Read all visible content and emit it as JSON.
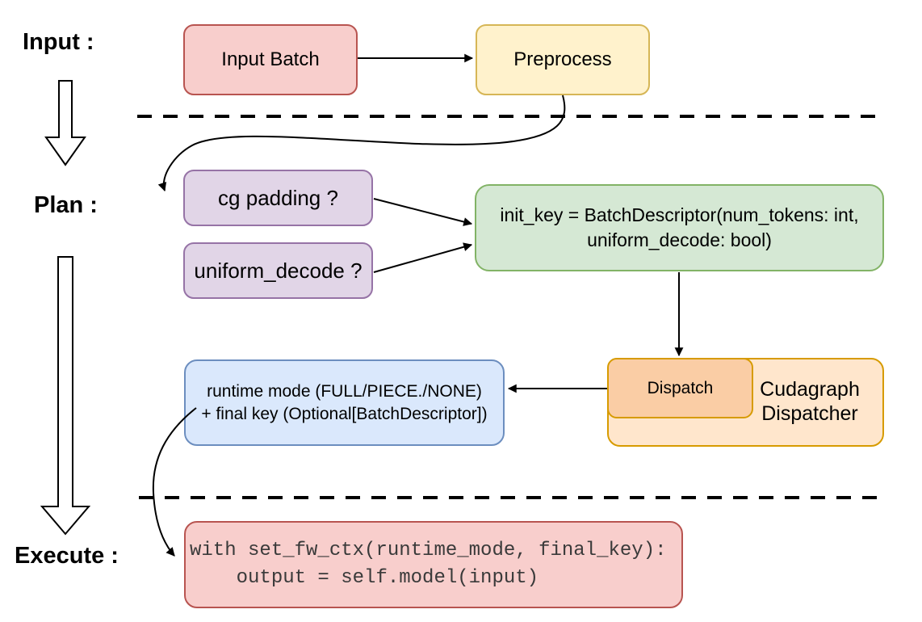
{
  "stages": {
    "input": {
      "label": "Input :"
    },
    "plan": {
      "label": "Plan :"
    },
    "execute": {
      "label": "Execute :"
    }
  },
  "nodes": {
    "input_batch": {
      "label": "Input Batch"
    },
    "preprocess": {
      "label": "Preprocess"
    },
    "cg_padding": {
      "label": "cg padding ?"
    },
    "uniform_decode": {
      "label": "uniform_decode ?"
    },
    "init_key": {
      "line1": "init_key = BatchDescriptor(num_tokens: int,",
      "line2": "uniform_decode: bool)"
    },
    "dispatch": {
      "label": "Dispatch"
    },
    "cudagraph_dispatcher": {
      "line1": "Cudagraph",
      "line2": "Dispatcher"
    },
    "runtime_mode": {
      "line1": "runtime mode (FULL/PIECE./NONE)",
      "line2": "+ final key (Optional[BatchDescriptor])"
    },
    "execute_code": {
      "line1": "with set_fw_ctx(runtime_mode, final_key):",
      "line2": "    output = self.model(input)"
    }
  },
  "colors": {
    "pink_fill": "#f8cecc",
    "pink_stroke": "#b85450",
    "yellow_fill": "#fff2cc",
    "yellow_stroke": "#d6b656",
    "purple_fill": "#e1d5e7",
    "purple_stroke": "#9673a6",
    "green_fill": "#d5e8d4",
    "green_stroke": "#82b366",
    "blue_fill": "#dae8fc",
    "blue_stroke": "#6c8ebf",
    "orange_fill": "#ffe6cc",
    "orange_fill_dark": "#facda5",
    "orange_stroke": "#d79b00",
    "connector": "#000000"
  }
}
